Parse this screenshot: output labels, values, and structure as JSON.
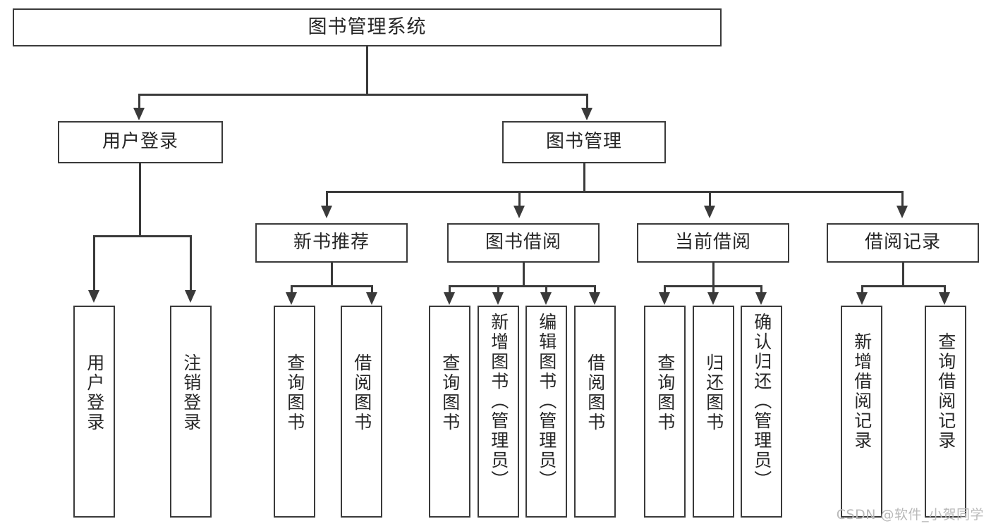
{
  "diagram": {
    "title": "图书管理系统",
    "type": "tree",
    "watermark": "CSDN @软件_小贺同学",
    "colors": {
      "stroke": "#3a3a3a",
      "text": "#262626",
      "background": "#ffffff",
      "watermark": "#b9b9b9"
    }
  },
  "nodes": {
    "root": {
      "label": "图书管理系统"
    },
    "level2": [
      {
        "id": "user-login",
        "label": "用户登录"
      },
      {
        "id": "book-manage",
        "label": "图书管理"
      }
    ],
    "level3": [
      {
        "id": "new-book-recommend",
        "label": "新书推荐"
      },
      {
        "id": "book-borrow",
        "label": "图书借阅"
      },
      {
        "id": "current-borrow",
        "label": "当前借阅"
      },
      {
        "id": "borrow-record",
        "label": "借阅记录"
      }
    ],
    "leaves": [
      {
        "id": "leaf-user-login",
        "label": "用户登录",
        "parent": "user-login"
      },
      {
        "id": "leaf-logout-login",
        "label": "注销登录",
        "parent": "user-login"
      },
      {
        "id": "leaf-query-book-1",
        "label": "查询图书",
        "parent": "new-book-recommend"
      },
      {
        "id": "leaf-borrow-book-1",
        "label": "借阅图书",
        "parent": "new-book-recommend"
      },
      {
        "id": "leaf-query-book-2",
        "label": "查询图书",
        "parent": "book-borrow"
      },
      {
        "id": "leaf-add-book",
        "label": "新增图书（管理员）",
        "parent": "book-borrow"
      },
      {
        "id": "leaf-edit-book",
        "label": "编辑图书（管理员）",
        "parent": "book-borrow"
      },
      {
        "id": "leaf-borrow-book-2",
        "label": "借阅图书",
        "parent": "book-borrow"
      },
      {
        "id": "leaf-query-book-3",
        "label": "查询图书",
        "parent": "current-borrow"
      },
      {
        "id": "leaf-return-book",
        "label": "归还图书",
        "parent": "current-borrow"
      },
      {
        "id": "leaf-confirm-return",
        "label": "确认归还（管理员）",
        "parent": "current-borrow"
      },
      {
        "id": "leaf-add-record",
        "label": "新增借阅记录",
        "parent": "borrow-record"
      },
      {
        "id": "leaf-query-record",
        "label": "查询借阅记录",
        "parent": "borrow-record"
      }
    ]
  }
}
